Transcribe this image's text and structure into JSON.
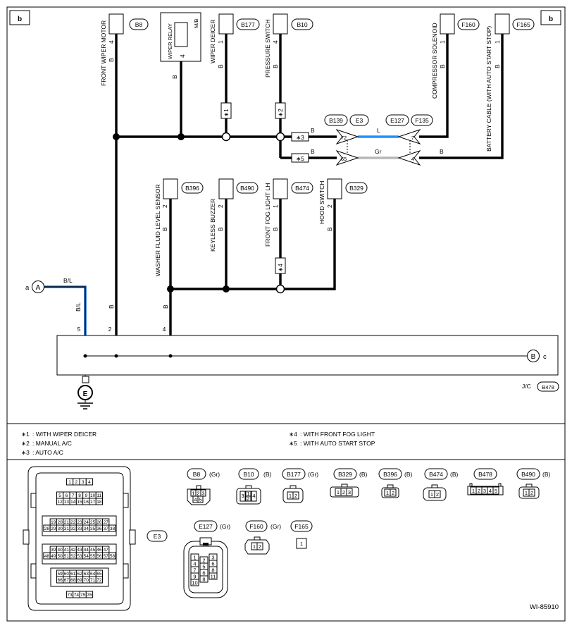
{
  "corner_label": "b",
  "ground_label": "E",
  "figure_id": "WI-85910",
  "components_top": [
    {
      "id": "front_wiper_motor",
      "name": "FRONT WIPER MOTOR",
      "conn": "B8",
      "pin": "4",
      "color": "B"
    },
    {
      "id": "wiper_relay",
      "name": "WIPER RELAY",
      "conn": "M/B",
      "pin": "4",
      "color": "B"
    },
    {
      "id": "wiper_deicer",
      "name": "WIPER DEICER",
      "conn": "B177",
      "pin": "1",
      "color": "B"
    },
    {
      "id": "pressure_switch",
      "name": "PRESSURE SWITCH",
      "conn": "B10",
      "pin": "4",
      "color": "B"
    },
    {
      "id": "compressor_solenoid",
      "name": "COMPRESSOR SOLENOID",
      "conn": "F160",
      "pin": "1",
      "color": "B"
    },
    {
      "id": "battery_cable",
      "name": "BATTERY CABLE (WITH AUTO START STOP)",
      "conn": "F165",
      "pin": "1",
      "color": "B"
    }
  ],
  "components_mid": [
    {
      "id": "washer_fluid_level_sensor",
      "name": "WASHER FLUID LEVEL SENSOR",
      "conn": "B396",
      "pin": "2",
      "color": "B"
    },
    {
      "id": "keyless_buzzer",
      "name": "KEYLESS BUZZER",
      "conn": "B490",
      "pin": "2",
      "color": "B"
    },
    {
      "id": "front_fog_light_lh",
      "name": "FRONT FOG LIGHT LH",
      "conn": "B474",
      "pin": "1",
      "color": "B"
    },
    {
      "id": "hood_switch",
      "name": "HOOD SWITCH",
      "conn": "B329",
      "pin": "2",
      "color": "B"
    }
  ],
  "inline_connectors": {
    "b139": "B139",
    "e3": "E3",
    "e127": "E127",
    "f135": "F135"
  },
  "inline_pins": {
    "p72": "72",
    "p65": "65",
    "p7": "7",
    "p4": "4"
  },
  "wire_labels": {
    "B": "B",
    "L": "L",
    "Gr": "Gr",
    "BL": "B/L"
  },
  "asterisk_tags": [
    "∗1",
    "∗2",
    "∗3",
    "∗4",
    "∗5"
  ],
  "jc": {
    "label": "J/C",
    "conn": "B478",
    "pins": [
      "5",
      "2",
      "4"
    ],
    "out_letter": "B",
    "out_suffix": "c"
  },
  "input": {
    "prefix": "a",
    "letter": "A"
  },
  "notes": [
    {
      "mark": "∗1",
      "text": ": WITH WIPER DEICER"
    },
    {
      "mark": "∗2",
      "text": ": MANUAL A/C"
    },
    {
      "mark": "∗3",
      "text": ": AUTO A/C"
    },
    {
      "mark": "∗4",
      "text": ": WITH FRONT FOG LIGHT"
    },
    {
      "mark": "∗5",
      "text": ": WITH AUTO START STOP"
    }
  ],
  "connector_views": [
    {
      "code": "B8",
      "color": "(Gr)"
    },
    {
      "code": "B10",
      "color": "(B)"
    },
    {
      "code": "B177",
      "color": "(Gr)"
    },
    {
      "code": "B329",
      "color": "(B)"
    },
    {
      "code": "B396",
      "color": "(B)"
    },
    {
      "code": "B474",
      "color": "(B)"
    },
    {
      "code": "B478",
      "color": ""
    },
    {
      "code": "B490",
      "color": "(B)"
    },
    {
      "code": "E127",
      "color": "(Gr)"
    },
    {
      "code": "F160",
      "color": "(Gr)"
    },
    {
      "code": "F165",
      "color": ""
    }
  ],
  "e3_label": "E3",
  "e3_rows": [
    [
      "1",
      "2",
      "3",
      "4"
    ],
    [
      "5",
      "6",
      "7",
      "8",
      "9",
      "10",
      "11"
    ],
    [
      "12",
      "13",
      "14",
      "15",
      "16",
      "17",
      "18"
    ],
    [
      "19",
      "20",
      "21",
      "22",
      "23",
      "24",
      "25",
      "26",
      "27"
    ],
    [
      "28",
      "29",
      "30",
      "31",
      "32",
      "33",
      "34",
      "35",
      "36",
      "37",
      "38"
    ],
    [
      "39",
      "40",
      "41",
      "42",
      "43",
      "44",
      "45",
      "46",
      "47"
    ],
    [
      "48",
      "49",
      "50",
      "51",
      "52",
      "53",
      "54",
      "55",
      "56",
      "57",
      "58"
    ],
    [
      "59",
      "60",
      "61",
      "62",
      "63",
      "64",
      "65"
    ],
    [
      "66",
      "67",
      "68",
      "69",
      "70",
      "71",
      "72"
    ],
    [
      "73",
      "74",
      "75",
      "76"
    ]
  ]
}
